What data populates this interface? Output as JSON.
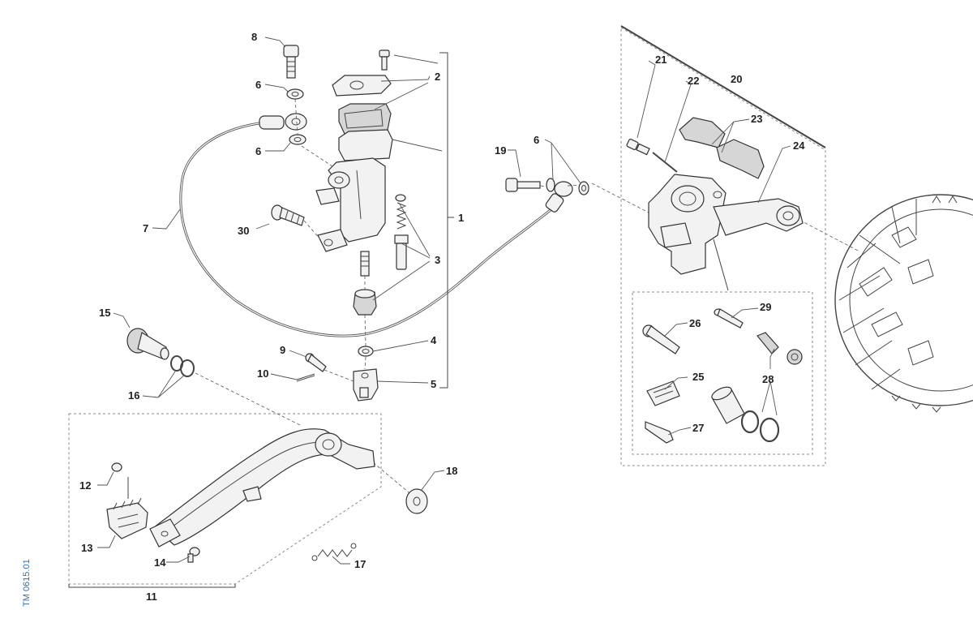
{
  "callouts": {
    "c1": "1",
    "c2": "2",
    "c3": "3",
    "c4": "4",
    "c5": "5",
    "c6a": "6",
    "c6b": "6",
    "c6c": "6",
    "c7": "7",
    "c8": "8",
    "c9": "9",
    "c10": "10",
    "c11": "11",
    "c12": "12",
    "c13": "13",
    "c14": "14",
    "c15": "15",
    "c16": "16",
    "c17": "17",
    "c18": "18",
    "c19": "19",
    "c20": "20",
    "c21": "21",
    "c22": "22",
    "c23": "23",
    "c24": "24",
    "c25": "25",
    "c26": "26",
    "c27": "27",
    "c28": "28",
    "c29": "29",
    "c30": "30"
  },
  "drawing_code": "TM 0615.01"
}
